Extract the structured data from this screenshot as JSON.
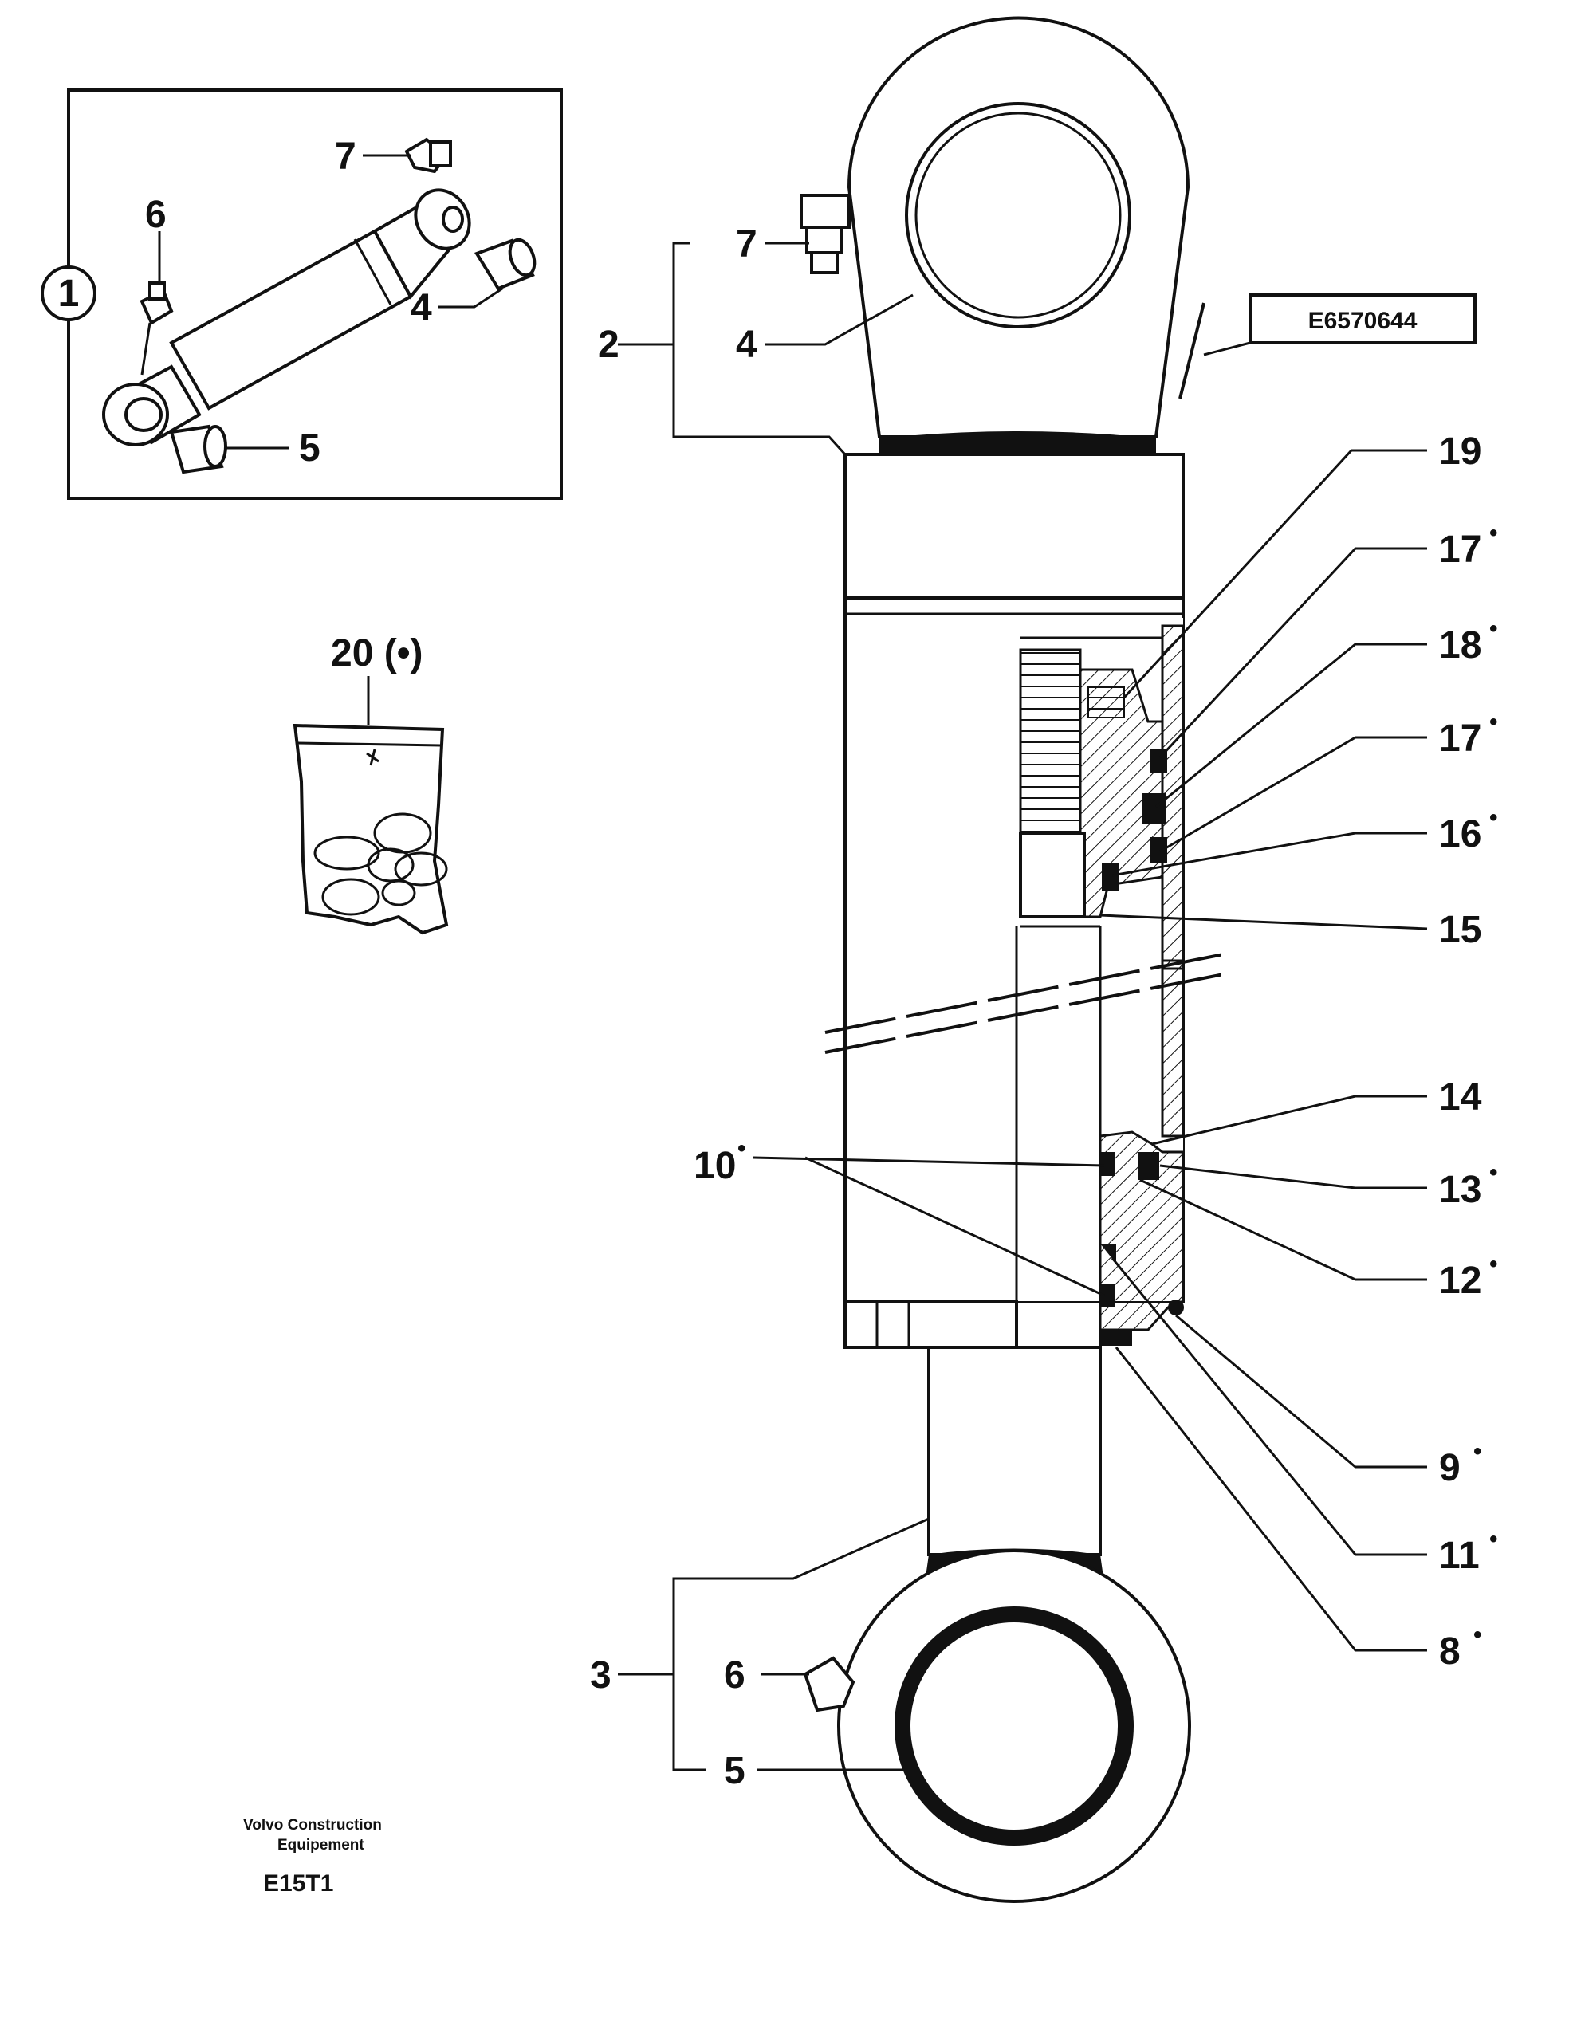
{
  "diagram": {
    "reference_code": "E6570644",
    "footer": {
      "company_line1": "Volvo Construction",
      "company_line2": "Equipement",
      "model": "E15T1"
    },
    "inset": {
      "callout_1": "1",
      "label_7": "7",
      "label_6": "6",
      "label_4": "4",
      "label_5": "5"
    },
    "kit": {
      "label": "20 (•)"
    },
    "callouts": {
      "c2": "2",
      "c3": "3",
      "c4": "4",
      "c5": "5",
      "c6": "6",
      "c7": "7",
      "c8": "8",
      "c9": "9",
      "c10": "10",
      "c11": "11",
      "c12": "12",
      "c13": "13",
      "c14": "14",
      "c15": "15",
      "c16": "16",
      "c17a": "17",
      "c17b": "17",
      "c18": "18",
      "c19": "19"
    },
    "seal_marker": "•"
  }
}
